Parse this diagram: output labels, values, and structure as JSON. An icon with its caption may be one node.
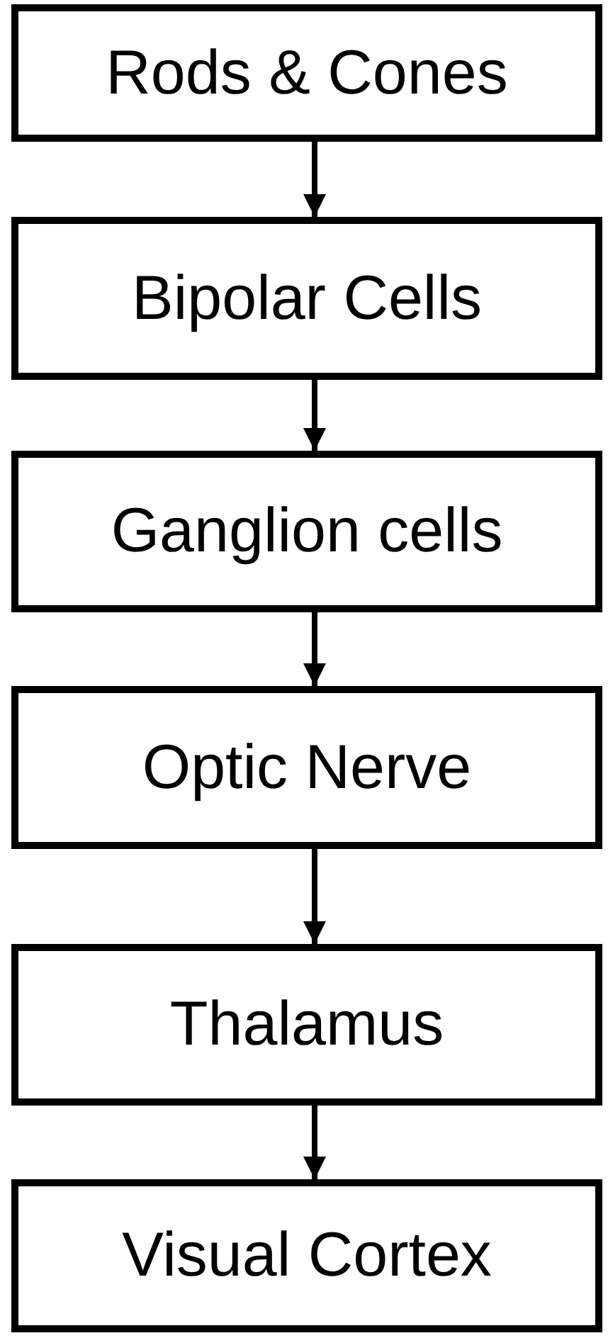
{
  "diagram": {
    "nodes": [
      {
        "text": [
          "Rods & Cones"
        ]
      },
      {
        "text": [
          "Bipolar Cells"
        ]
      },
      {
        "text": [
          "Ganglion cells"
        ]
      },
      {
        "text": [
          "Optic Nerve"
        ]
      },
      {
        "text": [
          "Thalamus"
        ]
      },
      {
        "text": [
          "Visual Cortex"
        ]
      }
    ],
    "edges": [
      {
        "from": 0,
        "to": 1,
        "arrow": "to"
      },
      {
        "from": 1,
        "to": 2,
        "arrow": "to"
      },
      {
        "from": 2,
        "to": 3,
        "arrow": "to"
      },
      {
        "from": 3,
        "to": 4,
        "arrow": "to"
      },
      {
        "from": 4,
        "to": 5,
        "arrow": "to"
      }
    ]
  }
}
